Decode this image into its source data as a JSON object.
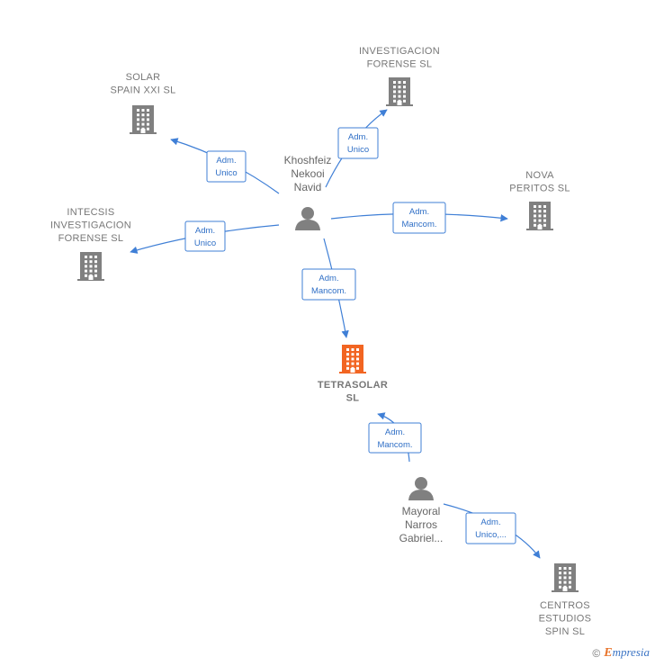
{
  "companies": [
    {
      "id": "investigacion",
      "lines": [
        "INVESTIGACION",
        "FORENSE  SL"
      ],
      "focus": false
    },
    {
      "id": "solar",
      "lines": [
        "SOLAR",
        "SPAIN XXI  SL"
      ],
      "focus": false
    },
    {
      "id": "nova",
      "lines": [
        "NOVA",
        "PERITOS  SL"
      ],
      "focus": false
    },
    {
      "id": "intecsis",
      "lines": [
        "INTECSIS",
        "INVESTIGACION",
        "FORENSE SL"
      ],
      "focus": false
    },
    {
      "id": "tetrasolar",
      "lines": [
        "TETRASOLAR",
        "SL"
      ],
      "focus": true
    },
    {
      "id": "centros",
      "lines": [
        "CENTROS",
        "ESTUDIOS",
        "SPIN SL"
      ],
      "focus": false
    }
  ],
  "persons": [
    {
      "id": "khoshfeiz",
      "lines": [
        "Khoshfeiz",
        "Nekooi",
        "Navid"
      ]
    },
    {
      "id": "mayoral",
      "lines": [
        "Mayoral",
        "Narros",
        "Gabriel..."
      ]
    }
  ],
  "relations": [
    {
      "from": "khoshfeiz",
      "to": "investigacion",
      "lines": [
        "Adm.",
        "Unico"
      ]
    },
    {
      "from": "khoshfeiz",
      "to": "solar",
      "lines": [
        "Adm.",
        "Unico"
      ]
    },
    {
      "from": "khoshfeiz",
      "to": "nova",
      "lines": [
        "Adm.",
        "Mancom."
      ]
    },
    {
      "from": "khoshfeiz",
      "to": "intecsis",
      "lines": [
        "Adm.",
        "Unico"
      ]
    },
    {
      "from": "khoshfeiz",
      "to": "tetrasolar",
      "lines": [
        "Adm.",
        "Mancom."
      ]
    },
    {
      "from": "mayoral",
      "to": "tetrasolar",
      "lines": [
        "Adm.",
        "Mancom."
      ]
    },
    {
      "from": "mayoral",
      "to": "centros",
      "lines": [
        "Adm.",
        "Unico,..."
      ]
    }
  ],
  "colors": {
    "building": "#808080",
    "building_focus": "#f26522",
    "person": "#808080",
    "edge": "#3f7fd6"
  },
  "footer": {
    "copyright": "©",
    "brand_first": "E",
    "brand_rest": "mpresia"
  }
}
